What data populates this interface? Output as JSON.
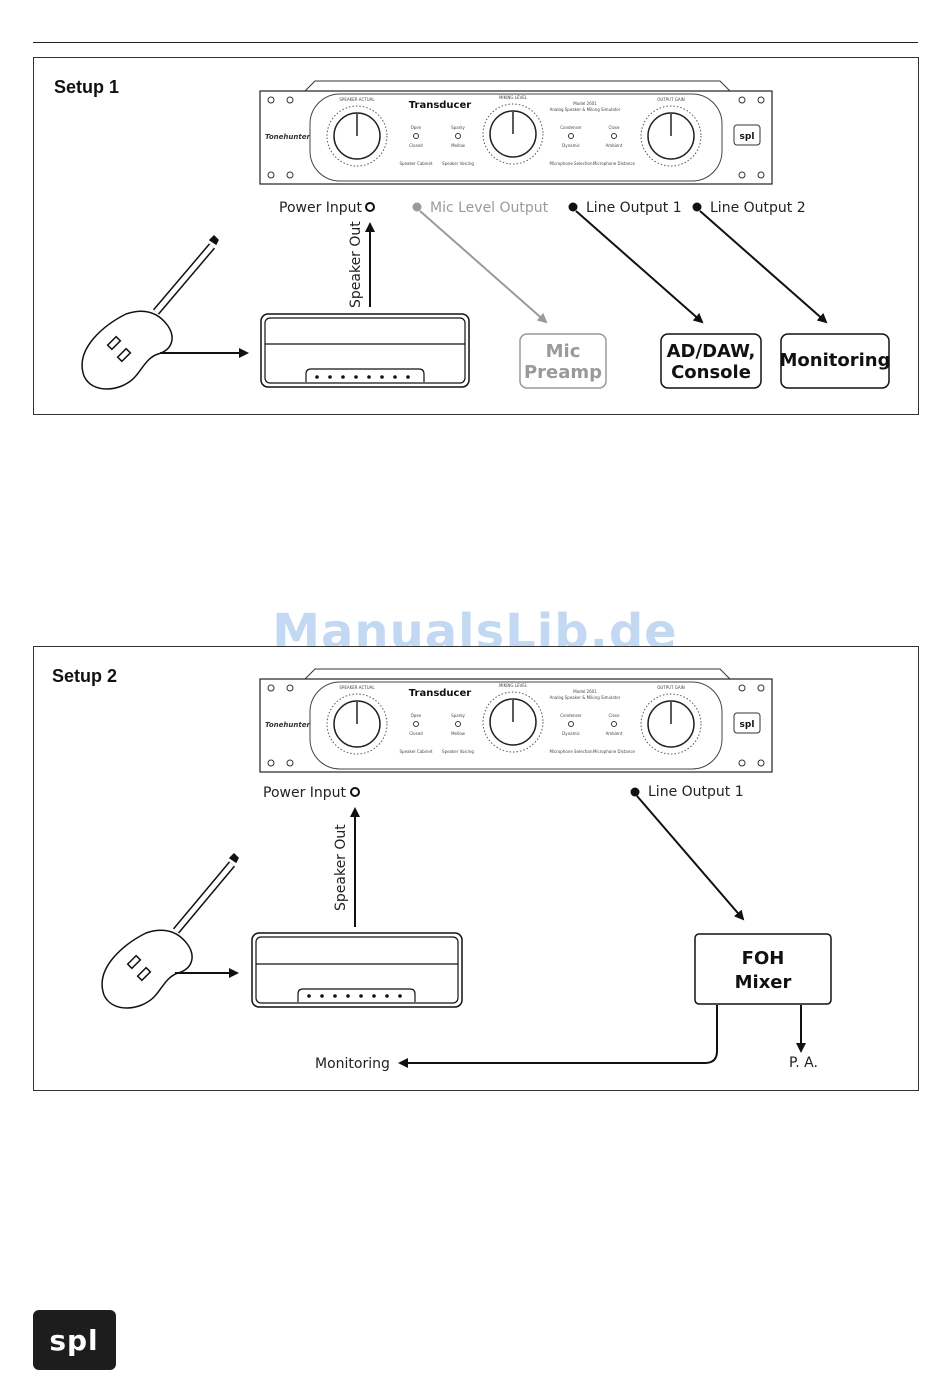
{
  "setup1": {
    "title": "Setup 1",
    "device": {
      "brand_script": "Tonehunter",
      "model": "Transducer",
      "submodel": "Model 2601",
      "subtitle": "Analog Speaker & Miking Simulator",
      "knob1": "SPEAKER ACTUAL",
      "knob2": "MIKING LEVEL",
      "knob3": "OUTPUT GAIN",
      "sw1_top": "Open",
      "sw1_bot": "Closed",
      "sw2_top": "Sparky",
      "sw2_bot": "Mellow",
      "sw3_top": "Condenser",
      "sw3_bot": "Dynamic",
      "sw4_top": "Close",
      "sw4_bot": "Ambient",
      "cap1": "Speaker Cabinet",
      "cap2": "Speaker Voicing",
      "cap3": "Microphone Selection",
      "cap4": "Microphone Distance",
      "logo": "spl"
    },
    "labels": {
      "power_input": "Power Input",
      "mic_level_output": "Mic Level Output",
      "line_output_1": "Line Output 1",
      "line_output_2": "Line Output 2",
      "speaker_out": "Speaker Out"
    },
    "boxes": {
      "mic_preamp": [
        "Mic",
        "Preamp"
      ],
      "ad_daw": [
        "AD/DAW,",
        "Console"
      ],
      "monitoring": [
        "Monitoring"
      ]
    }
  },
  "setup2": {
    "title": "Setup 2",
    "device": {
      "brand_script": "Tonehunter",
      "model": "Transducer",
      "submodel": "Model 2601",
      "subtitle": "Analog Speaker & Miking Simulator",
      "knob1": "SPEAKER ACTUAL",
      "knob2": "MIKING LEVEL",
      "knob3": "OUTPUT GAIN",
      "sw1_top": "Open",
      "sw1_bot": "Closed",
      "sw2_top": "Sparky",
      "sw2_bot": "Mellow",
      "sw3_top": "Condenser",
      "sw3_bot": "Dynamic",
      "sw4_top": "Close",
      "sw4_bot": "Ambient",
      "cap1": "Speaker Cabinet",
      "cap2": "Speaker Voicing",
      "cap3": "Microphone Selection",
      "cap4": "Microphone Distance",
      "logo": "spl"
    },
    "labels": {
      "power_input": "Power Input",
      "line_output_1": "Line Output 1",
      "speaker_out": "Speaker Out",
      "monitoring": "Monitoring",
      "pa": "P. A."
    },
    "boxes": {
      "foh_mixer": [
        "FOH",
        "Mixer"
      ]
    }
  },
  "watermark": "ManualsLib.de",
  "footer_logo": "spl",
  "colors": {
    "line": "#111111",
    "grey": "#9a9a9a",
    "watermark": "#b9d3f2",
    "logo_bg": "#1d1d1d"
  }
}
